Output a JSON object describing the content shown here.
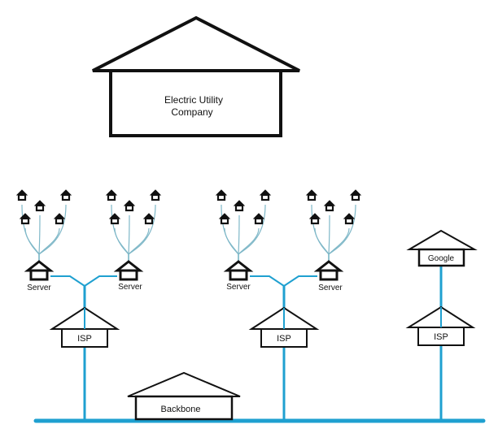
{
  "colors": {
    "outline": "#111111",
    "wire_main": "#1fa0d0",
    "wire_thin": "#7fb8c8",
    "background": "#ffffff"
  },
  "utility": {
    "line1": "Electric Utility",
    "line2": "Company"
  },
  "networks": [
    {
      "isp_label": "ISP",
      "servers": [
        {
          "label": "Server",
          "homes": 5
        },
        {
          "label": "Server",
          "homes": 5
        }
      ]
    },
    {
      "isp_label": "ISP",
      "servers": [
        {
          "label": "Server",
          "homes": 5
        },
        {
          "label": "Server",
          "homes": 5
        }
      ]
    }
  ],
  "google_branch": {
    "host_label": "Google",
    "isp_label": "ISP"
  },
  "backbone": {
    "label": "Backbone"
  }
}
